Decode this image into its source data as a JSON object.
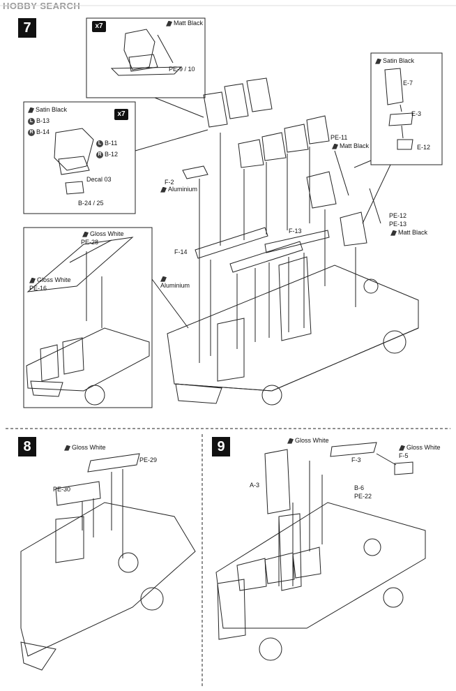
{
  "watermark": "HOBBY SEARCH",
  "steps": [
    "7",
    "8",
    "9"
  ],
  "step7": {
    "inset_top": {
      "multiplier": "x7",
      "paint": "Matt Black",
      "part": "PE-9 / 10"
    },
    "inset_left": {
      "multiplier": "x7",
      "paint": "Satin Black",
      "L1": "L",
      "R1": "R",
      "L2": "L",
      "R2": "R",
      "parts": [
        "B-13",
        "B-14",
        "B-11",
        "B-12"
      ],
      "decal": "Decal 03",
      "bottom": "B-24 / 25"
    },
    "inset_right": {
      "paint": "Satin Black",
      "parts": [
        "E-7",
        "E-3",
        "E-12"
      ]
    },
    "inset_detail": {
      "paint1": "Gloss White",
      "part1": "PE-28",
      "paint2": "Gloss White",
      "part2": "PE-16"
    },
    "labels": {
      "f2": "F-2",
      "f2_paint": "Aluminium",
      "f14": "F-14",
      "f14_paint": "Aluminium",
      "f13": "F-13",
      "pe11": "PE-11",
      "pe11_paint": "Matt Black",
      "pe12": "PE-12",
      "pe13": "PE-13",
      "pe13_paint": "Matt Black"
    }
  },
  "step8": {
    "paint": "Gloss White",
    "pe29": "PE-29",
    "pe30": "PE-30"
  },
  "step9": {
    "paint1": "Gloss White",
    "f3": "F-3",
    "paint2": "Gloss White",
    "f5": "F-5",
    "a3": "A-3",
    "b6": "B-6",
    "pe22": "PE-22"
  }
}
